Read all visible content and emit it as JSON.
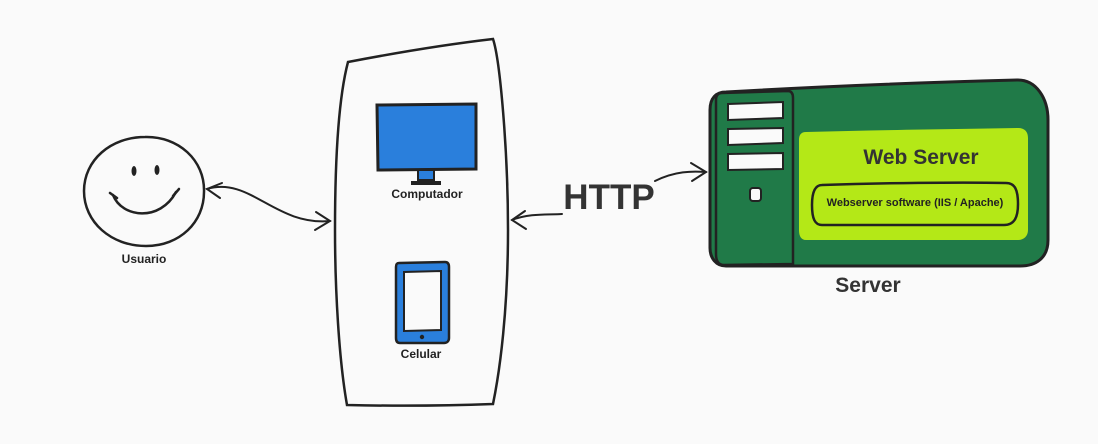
{
  "nodes": {
    "user": {
      "label": "Usuario"
    },
    "computer": {
      "label": "Computador"
    },
    "phone": {
      "label": "Celular"
    },
    "server": {
      "label": "Server"
    },
    "web_server": {
      "title": "Web Server",
      "software": "Webserver software (IIS / Apache)"
    }
  },
  "connection": {
    "protocol": "HTTP"
  },
  "colors": {
    "server_body": "#207a48",
    "server_panel": "#b4e817",
    "screen_blue": "#2a7fdc",
    "stroke": "#222222"
  }
}
